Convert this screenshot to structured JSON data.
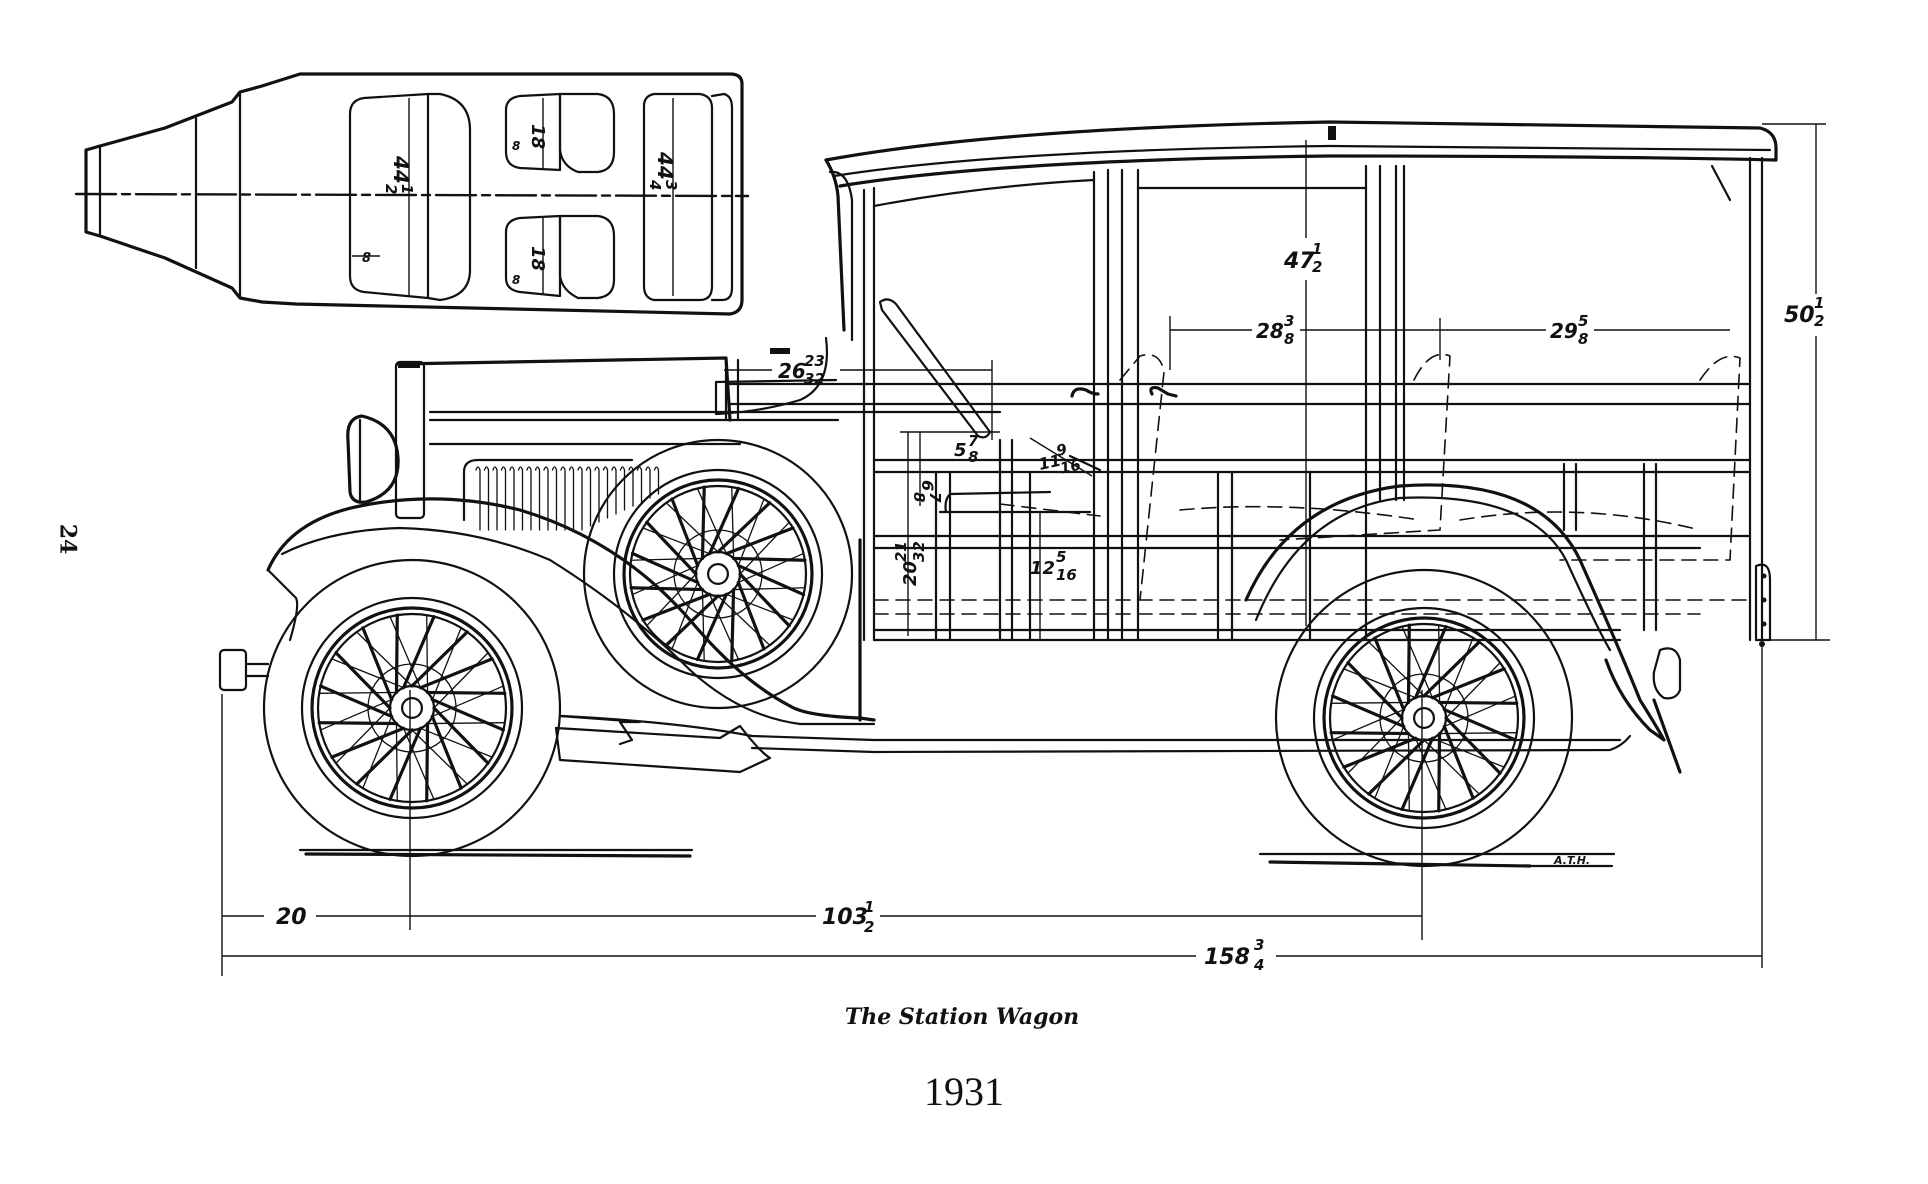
{
  "page": {
    "number": "24",
    "caption_title": "The Station Wagon",
    "caption_year": "1931",
    "artist_signature": "A.T.H."
  },
  "plan_view": {
    "front_seat_width": {
      "whole": "44",
      "num": "1",
      "den": "2"
    },
    "front_seat_depth": "8",
    "middle_seat_upper_width": "18",
    "middle_seat_upper_depth": "8",
    "middle_seat_lower_width": "18",
    "middle_seat_lower_depth": "8",
    "rear_seat_width": {
      "whole": "44",
      "num": "3",
      "den": "4"
    }
  },
  "side_view": {
    "cowl_to_dash": {
      "whole": "26",
      "num": "23",
      "den": "32"
    },
    "interior_height": {
      "whole": "47",
      "num": "1",
      "den": "2"
    },
    "overall_height": {
      "whole": "50",
      "num": "1",
      "den": "2"
    },
    "front_to_middle_seat": {
      "whole": "28",
      "num": "3",
      "den": "8"
    },
    "middle_to_rear_seat": {
      "whole": "29",
      "num": "5",
      "den": "8"
    },
    "seat_setback": {
      "whole": "5",
      "num": "7",
      "den": "8"
    },
    "seat_back_angle": {
      "whole": "11",
      "num": "9",
      "den": "16"
    },
    "cushion_to_back": {
      "whole": "6",
      "num": "7",
      "den": "8"
    },
    "floor_to_seat_front": {
      "whole": "20",
      "num": "21",
      "den": "32"
    },
    "cushion_height": {
      "whole": "12",
      "num": "5",
      "den": "16"
    },
    "front_overhang": "20",
    "wheelbase": {
      "whole": "103",
      "num": "1",
      "den": "2"
    },
    "overall_length": {
      "whole": "158",
      "num": "3",
      "den": "4"
    }
  }
}
